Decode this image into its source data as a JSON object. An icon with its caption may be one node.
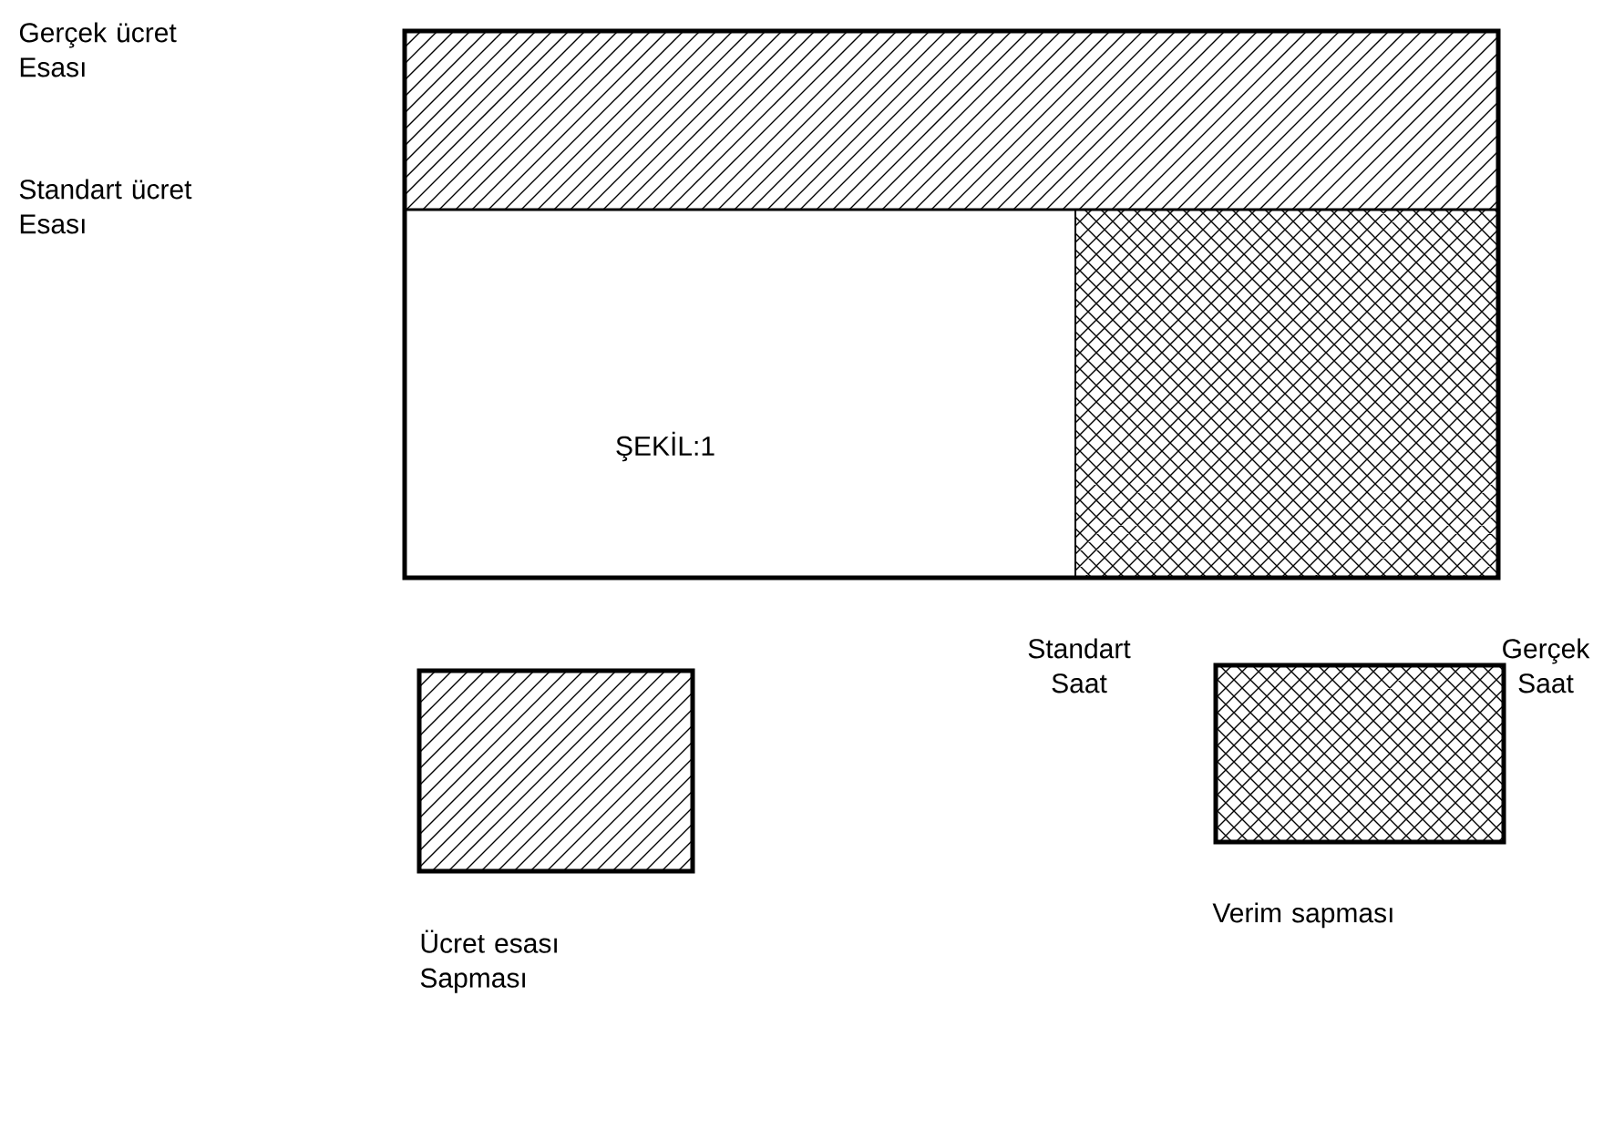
{
  "diagram": {
    "labels": [
      "Gerçek ücret Esası",
      "Standart ücret Esası",
      "ŞEKİL:1",
      "Standart Saat",
      "Gerçek Saat"
    ],
    "legend": [
      {
        "text": "Ücret esası Sapması"
      },
      {
        "text": "Verim sapması"
      }
    ]
  }
}
